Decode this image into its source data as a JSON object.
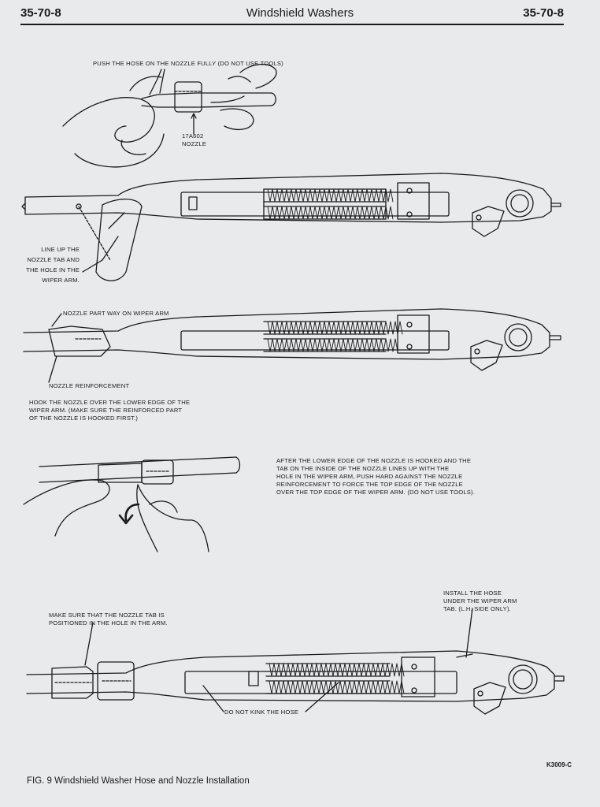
{
  "header": {
    "page_left": "35-70-8",
    "title": "Windshield Washers",
    "page_right": "35-70-8"
  },
  "labels": {
    "push_hose": "PUSH THE HOSE ON THE NOZZLE FULLY (DO NOT USE TOOLS)",
    "nozzle_part_no": "17A602",
    "nozzle": "NOZZLE",
    "line_up_1": "LINE UP THE",
    "line_up_2": "NOZZLE TAB AND",
    "line_up_3": "THE HOLE IN THE",
    "line_up_4": "WIPER ARM.",
    "part_way": "NOZZLE PART WAY ON WIPER ARM",
    "reinforcement": "NOZZLE REINFORCEMENT",
    "hook_1": "HOOK THE NOZZLE OVER THE LOWER EDGE OF THE",
    "hook_2": "WIPER ARM. (MAKE SURE THE REINFORCED PART",
    "hook_3": "OF THE NOZZLE IS HOOKED FIRST.)",
    "after_1": "AFTER THE LOWER EDGE OF THE NOZZLE IS HOOKED AND THE",
    "after_2": "TAB ON THE INSIDE OF THE NOZZLE LINES UP WITH THE",
    "after_3": "HOLE IN THE WIPER ARM, PUSH HARD AGAINST THE NOZZLE",
    "after_4": "REINFORCEMENT TO FORCE THE TOP EDGE OF THE NOZZLE",
    "after_5": "OVER THE TOP EDGE OF THE WIPER ARM. (DO NOT USE TOOLS).",
    "install_1": "INSTALL THE HOSE",
    "install_2": "UNDER THE WIPER ARM",
    "install_3": "TAB. (L.H. SIDE ONLY).",
    "make_sure_1": "MAKE SURE THAT THE NOZZLE TAB IS",
    "make_sure_2": "POSITIONED IN THE HOLE IN THE ARM.",
    "kink": "DO NOT KINK THE HOSE"
  },
  "figure": {
    "caption": "FIG. 9 Windshield Washer Hose and Nozzle Installation",
    "code": "K3009-C"
  }
}
